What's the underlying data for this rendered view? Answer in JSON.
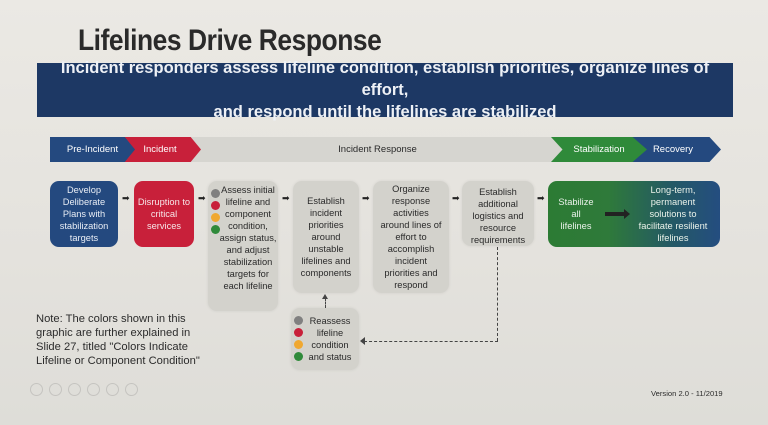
{
  "title": "Lifelines Drive Response",
  "banner": {
    "line1": "Incident responders assess lifeline condition, establish priorities, organize lines of effort,",
    "line2": "and respond until the lifelines are stabilized"
  },
  "phases": [
    {
      "label": "Pre-Incident",
      "color": "#24497f"
    },
    {
      "label": "Incident",
      "color": "#c8203a"
    },
    {
      "label": "Incident Response",
      "color": "#d6d5d0"
    },
    {
      "label": "Stabilization",
      "color": "#2f8a3a"
    },
    {
      "label": "Recovery",
      "color": "#24497f"
    }
  ],
  "steps": {
    "develop": "Develop Deliberate Plans with stabilization targets",
    "disruption": "Disruption to critical services",
    "assess": "Assess initial lifeline and component condition, assign status, and adjust stabilization targets for each lifeline",
    "establish": "Establish incident priorities around unstable lifelines and components",
    "organize": "Organize response activities around lines of effort to accomplish incident priorities and respond",
    "logistics": "Establish additional logistics and resource requirements",
    "stabilize": "Stabilize all lifelines",
    "longterm": "Long-term, permanent solutions to facilitate resilient lifelines",
    "reassess": "Reassess lifeline condition and status"
  },
  "status_colors": [
    {
      "name": "grey",
      "hex": "#808080"
    },
    {
      "name": "red",
      "hex": "#c8203a"
    },
    {
      "name": "yellow",
      "hex": "#f0a830"
    },
    {
      "name": "green",
      "hex": "#2f8a3a"
    }
  ],
  "note": "Note: The colors shown in this graphic are further explained in Slide 27, titled \"Colors Indicate Lifeline or Component Condition\"",
  "version": "Version 2.0 - 11/2019"
}
